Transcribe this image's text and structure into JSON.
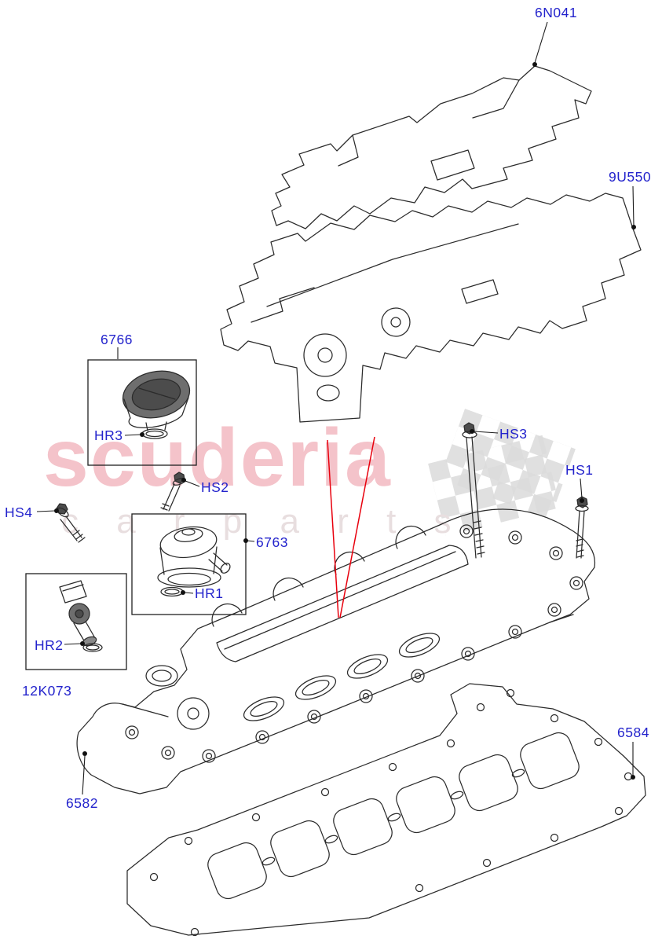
{
  "diagram": {
    "label_color": "#2323cc",
    "line_color": "#2b2b2b",
    "pointer_color": "#e8000d",
    "labels": [
      "6N041",
      "9U550",
      "6766",
      "HR3",
      "HS2",
      "HS3",
      "HS1",
      "HS4",
      "6763",
      "HR1",
      "HR2",
      "12K073",
      "6582",
      "6584"
    ]
  },
  "watermark": {
    "wordmark": "scuderia",
    "subtext": "c a r p a r t s",
    "wordmark_color": "#f4c3ca",
    "subtext_color": "#e8dedf",
    "flag_color": "#dcdcdc"
  }
}
